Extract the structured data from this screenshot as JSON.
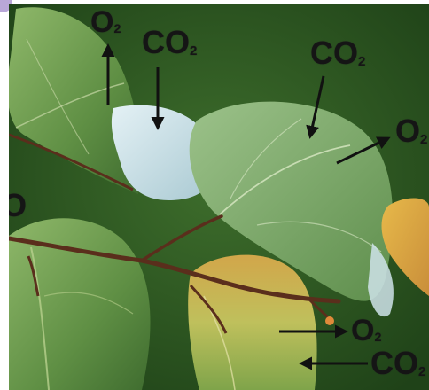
{
  "photo": {
    "subject": "leaves",
    "labels": {
      "o2_top": "O",
      "o2_top_sub": "2",
      "co2_top": "CO",
      "co2_top_sub": "2",
      "co2_right": "CO",
      "co2_right_sub": "2",
      "o2_right": "O",
      "o2_right_sub": "2",
      "o_left": "O",
      "o2_bottom": "O",
      "o2_bottom_sub": "2",
      "co2_bottom": "CO",
      "co2_bottom_sub": "2"
    },
    "colors": {
      "background": "#2f5a24",
      "leaf_green": "#6f9e52",
      "leaf_pale": "#cfe3ea",
      "leaf_yellow": "#c9b24a",
      "stem": "#5a2e1c",
      "arrow": "#111111"
    }
  }
}
